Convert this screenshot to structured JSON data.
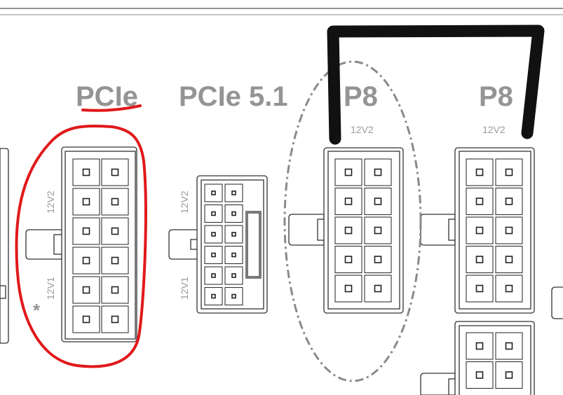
{
  "labels": {
    "pcie": "PCIe",
    "pcie51": "PCIe 5.1",
    "p8_a": "P8",
    "p8_b": "P8",
    "rail_12v2_a": "12V2",
    "rail_12v2_b": "12V2",
    "pcie_12v2": "12V2",
    "pcie_12v1": "12V1",
    "pcie51_12v2": "12V2",
    "pcie51_12v1": "12V1",
    "asterisk": "*"
  },
  "colors": {
    "annotation_red": "#e0191b",
    "label_gray": "#949494",
    "cable_black": "#111111",
    "dashed_gray": "#8a8a8a"
  }
}
